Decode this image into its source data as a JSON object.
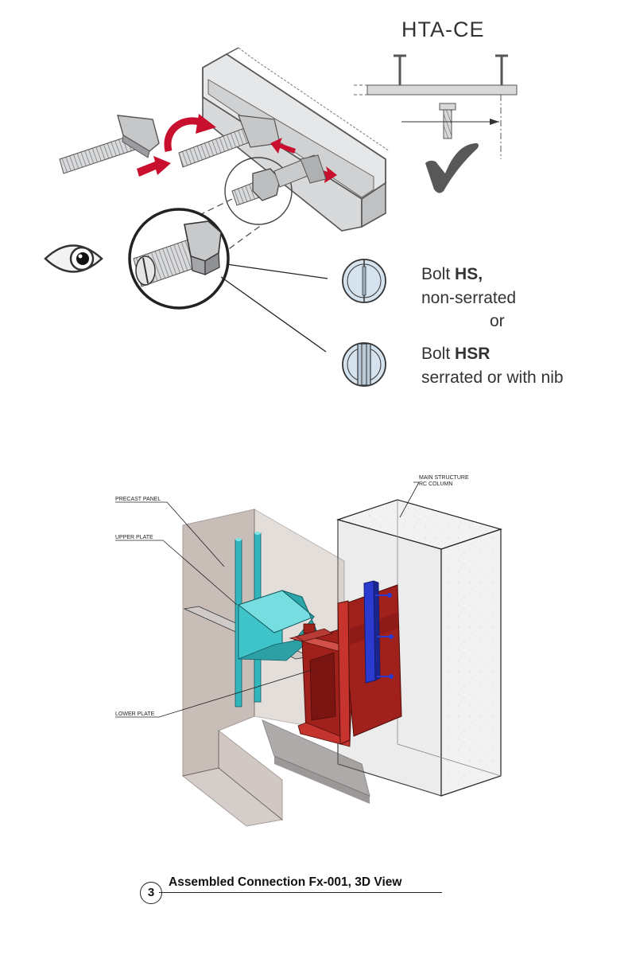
{
  "hta_title": "HTA-CE",
  "bolt_hs": {
    "prefix": "Bolt ",
    "name": "HS,",
    "desc": "non-serrated"
  },
  "or_text": "or",
  "bolt_hsr": {
    "prefix": "Bolt ",
    "name": "HSR",
    "desc": "serrated or with nib"
  },
  "callouts": {
    "precast_panel": "PRECAST PANEL",
    "upper_plate": "UPPER PLATE",
    "lower_plate": "LOWER PLATE",
    "main_structure": "MAIN STRUCTURE",
    "rc_column": "RC COLUMN"
  },
  "caption": {
    "number": "3",
    "title": "Assembled Connection Fx-001, 3D View"
  },
  "colors": {
    "arrow_red": "#c8102e",
    "plate_cyan": "#3fc4c9",
    "bracket_red": "#a0201c",
    "channel_blue": "#2b3bd0",
    "panel_brown": "#8a6e63"
  },
  "icons": [
    "eye-icon",
    "check-mark-icon",
    "t-bolt-icon",
    "nut-icon",
    "bolt-head-hs-icon",
    "bolt-head-hsr-icon"
  ]
}
